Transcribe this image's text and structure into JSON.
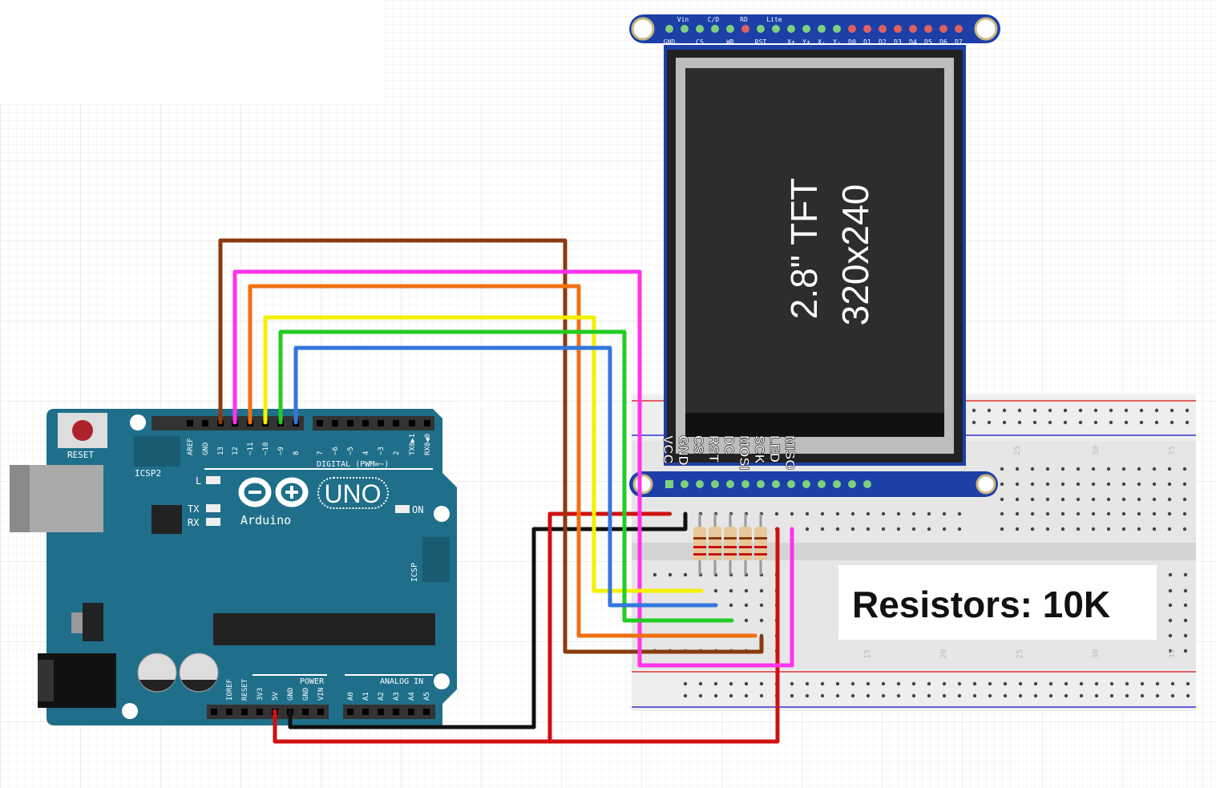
{
  "tft": {
    "screen_line1": "2.8\" TFT",
    "screen_line2": "320x240",
    "top_labels_upper": [
      "Vin",
      "C/D",
      "RD",
      "Lite"
    ],
    "top_labels_lower": [
      "GND",
      "CS",
      "WR",
      "RST",
      "X+",
      "Y+",
      "X-",
      "Y-",
      "D0",
      "D1",
      "D2",
      "D3",
      "D4",
      "D5",
      "D6",
      "D7"
    ],
    "bottom_pins": [
      "VCC",
      "GND",
      "CS",
      "RST",
      "DC",
      "MOSI",
      "SCK",
      "LED",
      "MISO"
    ]
  },
  "arduino": {
    "reset_label": "RESET",
    "icsp2_label": "ICSP2",
    "icsp_label": "ICSP",
    "digital_label": "DIGITAL (PWM=~)",
    "logo_text": "Arduino",
    "model": "UNO",
    "led_labels": [
      "L",
      "TX",
      "RX",
      "ON"
    ],
    "digital_pins": [
      "AREF",
      "GND",
      "13",
      "12",
      "~11",
      "~10",
      "~9",
      "8",
      "7",
      "~6",
      "~5",
      "4",
      "~3",
      "2",
      "TX0▶1",
      "RX0◀0"
    ],
    "power_label": "POWER",
    "power_pins": [
      "IOREF",
      "RESET",
      "3V3",
      "5V",
      "GND",
      "GND",
      "VIN"
    ],
    "analog_label": "ANALOG IN",
    "analog_pins": [
      "A0",
      "A1",
      "A2",
      "A3",
      "A4",
      "A5"
    ]
  },
  "breadboard": {
    "top_column_numbers": [
      "25",
      "30",
      "35"
    ],
    "bottom_column_numbers": [
      "15",
      "20",
      "25",
      "30",
      "35"
    ]
  },
  "annotation": "Resistors: 10K",
  "wire_colors": {
    "pin13": "#8b3a0e",
    "pin12": "#ff33ee",
    "pin11": "#f07010",
    "pin10": "#f5f000",
    "pin9": "#22cc22",
    "pin8": "#3377dd",
    "power": "#d01010",
    "ground": "#111111"
  }
}
